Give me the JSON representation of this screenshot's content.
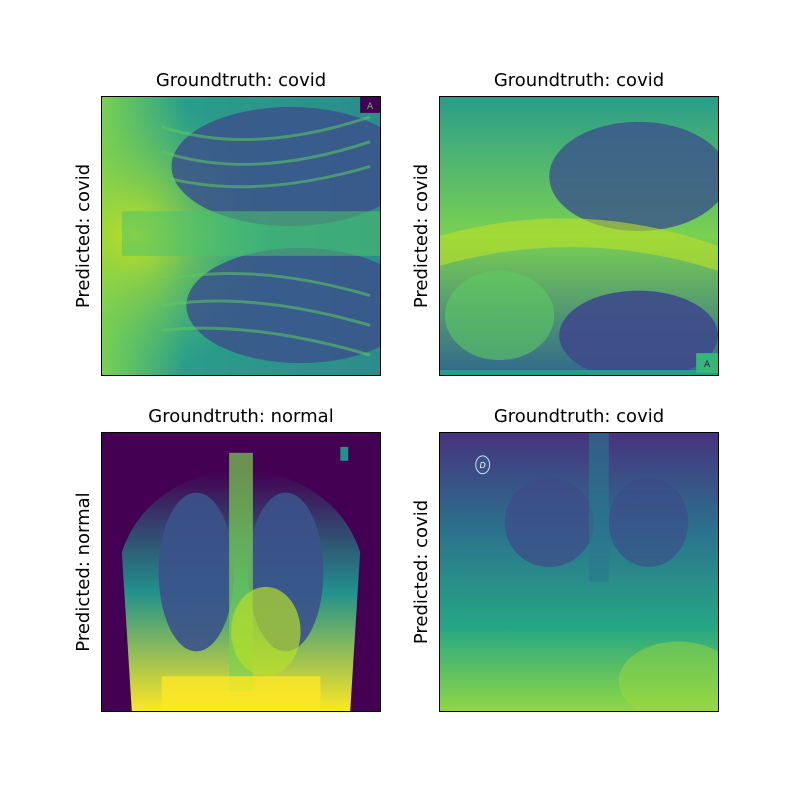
{
  "panels": [
    {
      "title": "Groundtruth: covid",
      "ylabel": "Predicted: covid",
      "marker": "A"
    },
    {
      "title": "Groundtruth: covid",
      "ylabel": "Predicted: covid",
      "marker": "A"
    },
    {
      "title": "Groundtruth: normal",
      "ylabel": "Predicted: normal",
      "marker": ""
    },
    {
      "title": "Groundtruth: covid",
      "ylabel": "Predicted: covid",
      "marker": "D"
    }
  ],
  "colormap": "viridis",
  "colors": {
    "low": "#440154",
    "mid_low": "#3b528b",
    "mid": "#21918c",
    "mid_high": "#5ec962",
    "high": "#fde725"
  }
}
